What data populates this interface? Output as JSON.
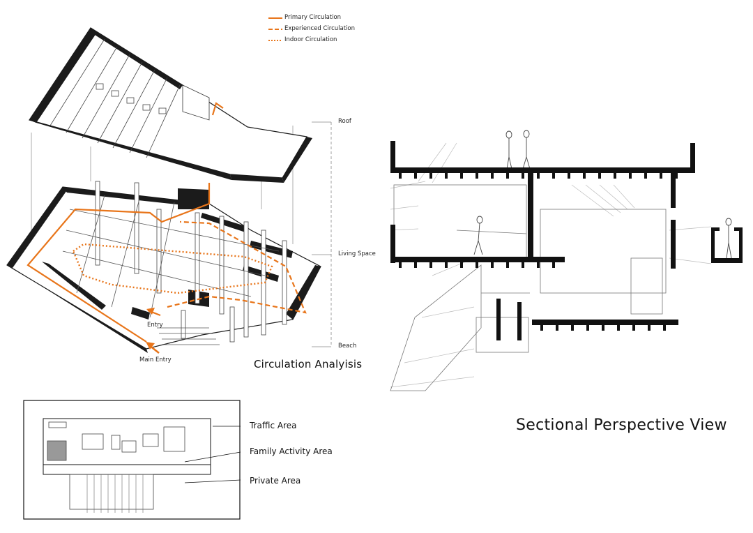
{
  "legend": {
    "items": [
      {
        "label": "Primary Circulation",
        "style": "solid",
        "color": "#e8751a"
      },
      {
        "label": "Experienced Circulation",
        "style": "dashed",
        "color": "#e8751a"
      },
      {
        "label": "Indoor Circulation",
        "style": "dotted",
        "color": "#e8751a"
      }
    ]
  },
  "levels": {
    "roof": "Roof",
    "living": "Living Space",
    "beach": "Beach"
  },
  "entries": {
    "entry": "Entry",
    "main_entry": "Main Entry"
  },
  "titles": {
    "circulation": "Circulation Analyisis",
    "sectional": "Sectional Perspective View"
  },
  "zones": {
    "traffic": "Traffic Area",
    "family": "Family Activity Area",
    "private": "Private Area"
  },
  "colors": {
    "accent": "#e8751a",
    "wall": "#1b1b1b",
    "line": "#555555"
  }
}
